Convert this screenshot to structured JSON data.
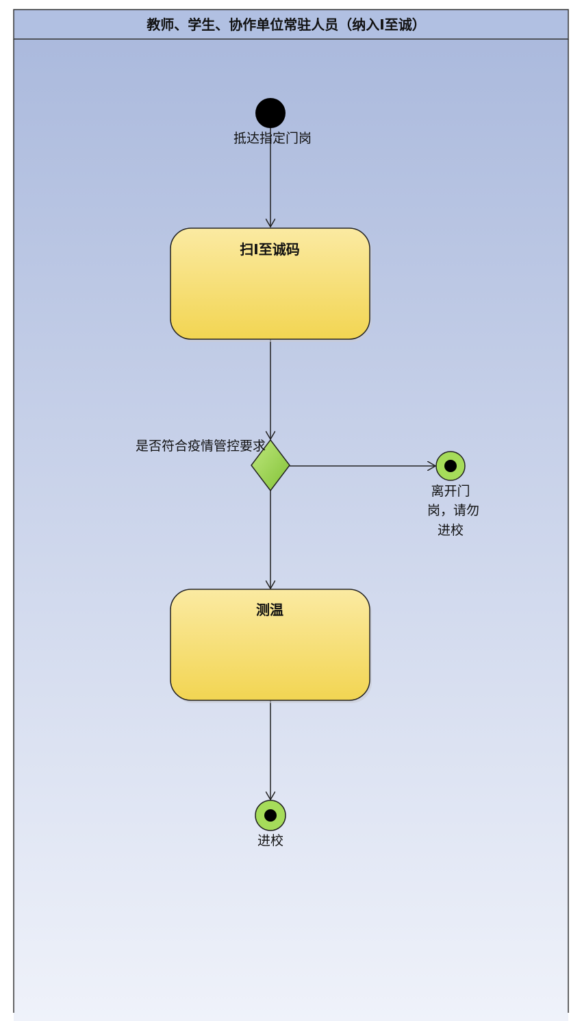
{
  "swimlane": {
    "title": "教师、学生、协作单位常驻人员（纳入I至诚）"
  },
  "nodes": {
    "start_label": "抵达指定门岗",
    "action1": "扫I至诚码",
    "decision_label": "是否符合疫情管控要求",
    "reject_label": [
      "离开门",
      "岗，请勿",
      "进校"
    ],
    "action2": "测温",
    "end_label": "进校"
  },
  "colors": {
    "lane_top": "#a9b8dc",
    "lane_bottom": "#eff2fa",
    "action_fill": "#f6df7a",
    "final_fill": "#a6dc5a",
    "decision_fill": "#98d24a"
  }
}
